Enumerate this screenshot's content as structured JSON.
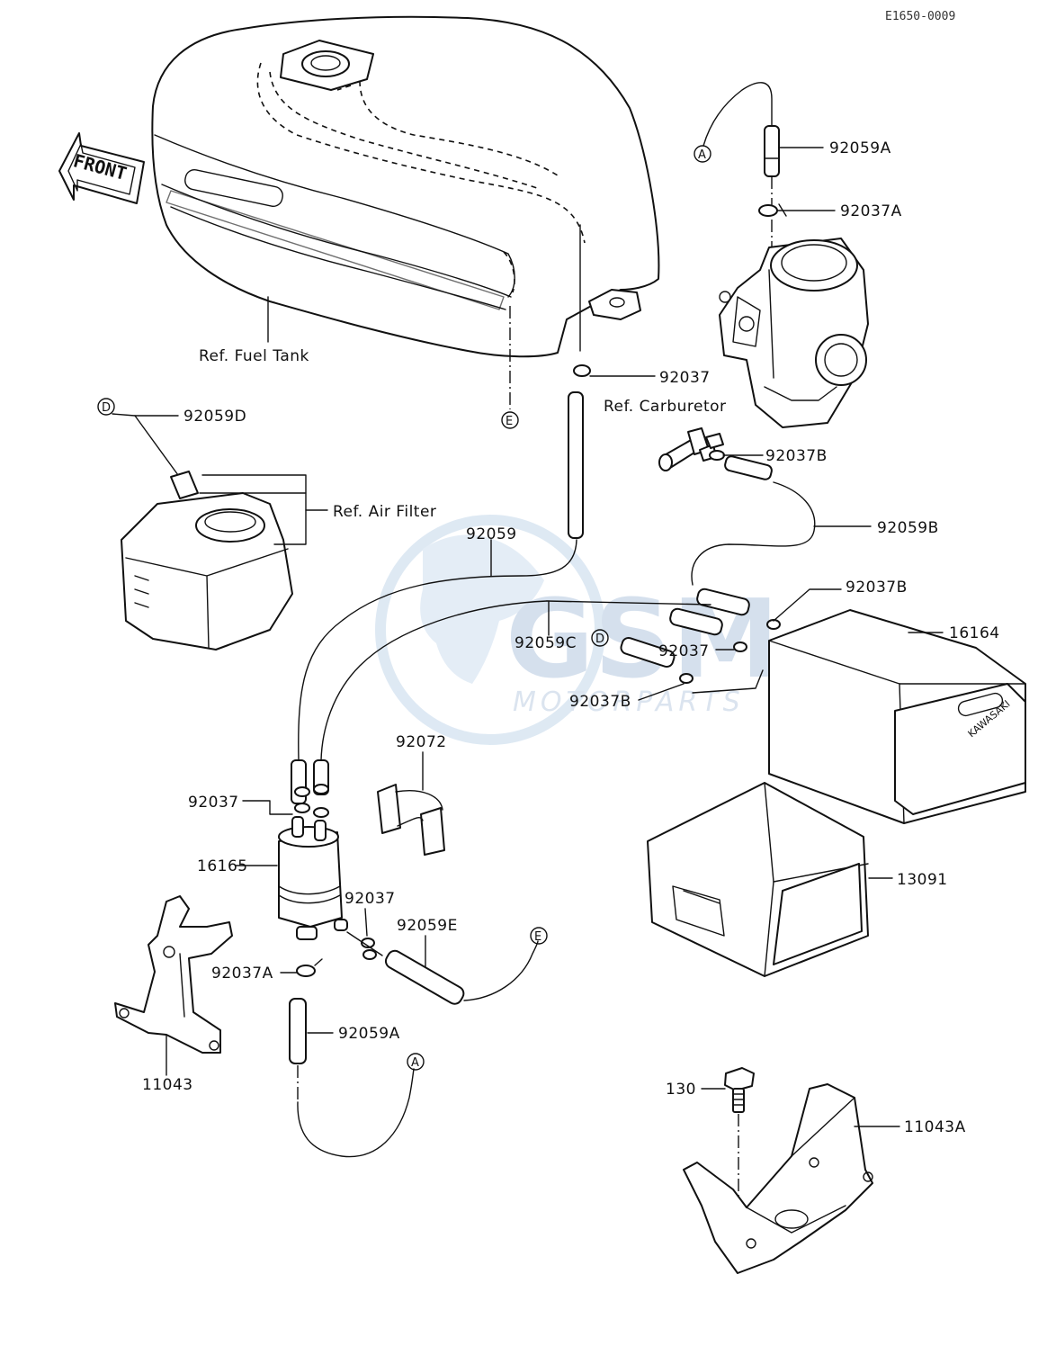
{
  "document": {
    "code": "E1650-0009"
  },
  "watermark": {
    "brand": "GSM",
    "sub": "MOTORPARTS"
  },
  "front_label": "FRONT",
  "references": {
    "fuel_tank": "Ref. Fuel Tank",
    "carburetor": "Ref. Carburetor",
    "air_filter": "Ref. Air Filter"
  },
  "connectors": {
    "A": "A",
    "D": "D",
    "E": "E"
  },
  "parts": {
    "p92059A_top": "92059A",
    "p92037A_top": "92037A",
    "p92037_top": "92037",
    "p92059D": "92059D",
    "p92037B_carb": "92037B",
    "p92059B": "92059B",
    "p92059": "92059",
    "p92037B_right": "92037B",
    "p16164": "16164",
    "p92059C": "92059C",
    "p92037_mid": "92037",
    "p92037B_low": "92037B",
    "p92072": "92072",
    "p92037_left": "92037",
    "p16165": "16165",
    "p92037_filter": "92037",
    "p92059E": "92059E",
    "p92037A_bottom": "92037A",
    "p92059A_bottom": "92059A",
    "p11043": "11043",
    "p13091": "13091",
    "p130": "130",
    "p11043A": "11043A"
  }
}
